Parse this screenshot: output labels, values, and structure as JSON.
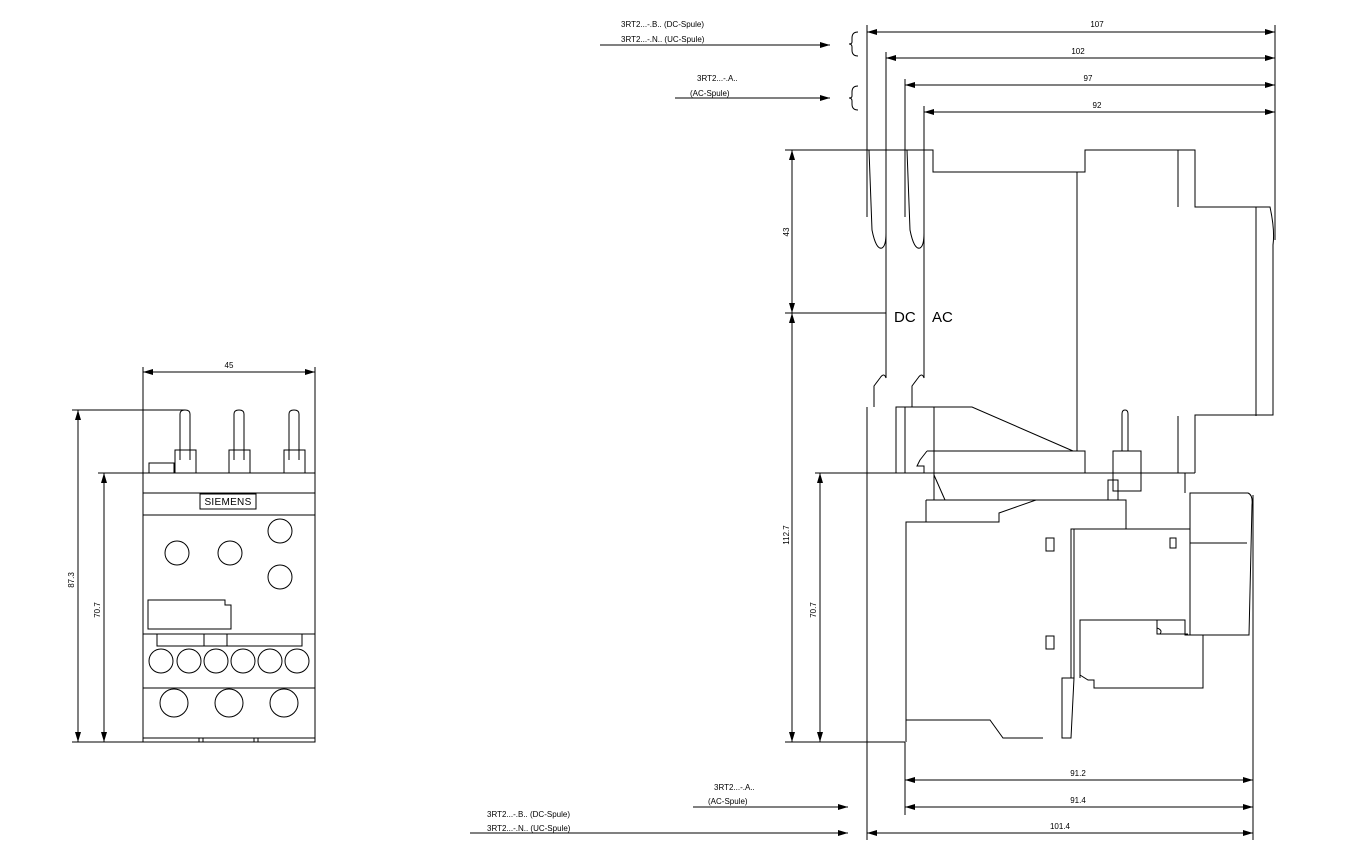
{
  "drawing": {
    "front_view": {
      "width_dim": "45",
      "height_total_dim": "87.3",
      "height_body_dim": "70.7",
      "logo": "SIEMENS"
    },
    "side_view": {
      "top_dims": [
        "107",
        "102",
        "97",
        "92"
      ],
      "left_dims": {
        "upper": "43",
        "total": "112.7",
        "body": "70.7"
      },
      "bottom_dims": [
        "91.2",
        "91.4",
        "101.4"
      ],
      "coil_labels": {
        "dc": "DC",
        "ac": "AC"
      },
      "top_notes": {
        "dc_line1": "3RT2...-.B.. (DC-Spule)",
        "dc_line2": "3RT2...-.N.. (UC-Spule)",
        "ac_line1": "3RT2...-.A..",
        "ac_line2": "(AC-Spule)"
      },
      "bottom_notes": {
        "ac_line1": "3RT2...-.A..",
        "ac_line2": "(AC-Spule)",
        "dc_line1": "3RT2...-.B.. (DC-Spule)",
        "dc_line2": "3RT2...-.N.. (UC-Spule)"
      }
    }
  }
}
